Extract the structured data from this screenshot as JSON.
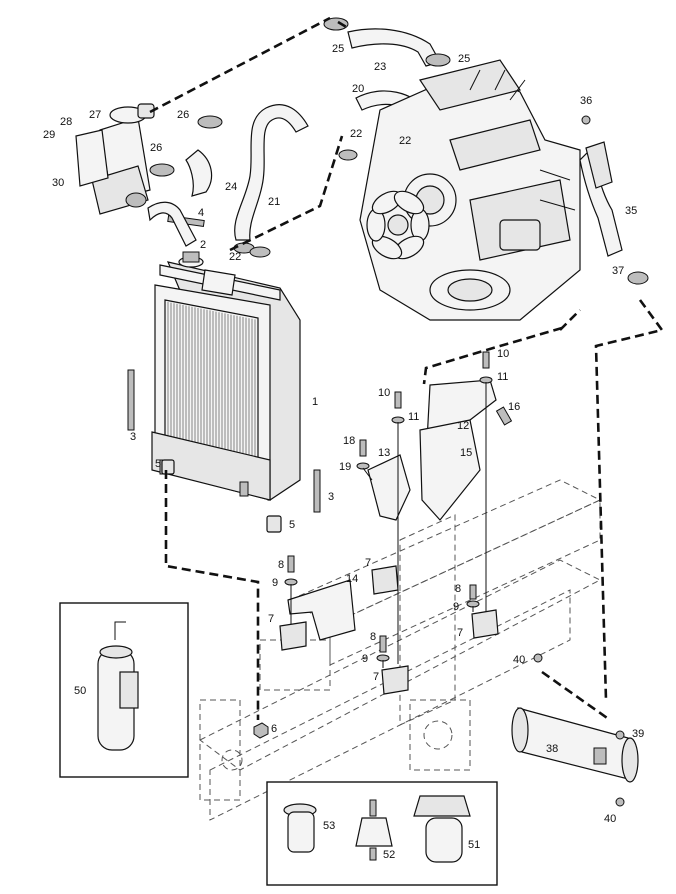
{
  "diagram": {
    "labels": [
      "1",
      "2",
      "3",
      "3",
      "4",
      "5",
      "5",
      "6",
      "7",
      "7",
      "7",
      "7",
      "8",
      "8",
      "8",
      "9",
      "9",
      "9",
      "10",
      "10",
      "11",
      "11",
      "12",
      "13",
      "14",
      "15",
      "16",
      "18",
      "19",
      "20",
      "21",
      "22",
      "22",
      "22",
      "23",
      "24",
      "25",
      "25",
      "26",
      "26",
      "27",
      "28",
      "29",
      "30",
      "35",
      "36",
      "37",
      "38",
      "39",
      "40",
      "40",
      "50",
      "51",
      "52",
      "53"
    ]
  }
}
